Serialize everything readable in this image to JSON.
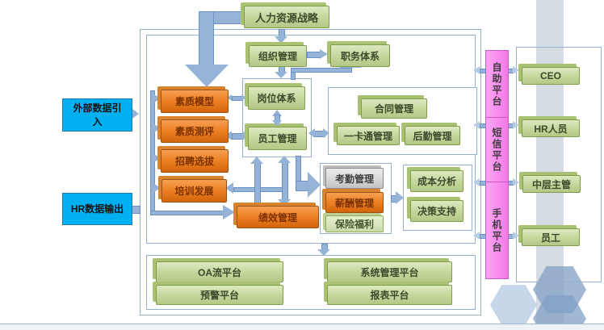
{
  "strategy": {
    "label": "人力资源战略"
  },
  "io": {
    "input": "外部数据引入",
    "output": "HR数据输出"
  },
  "org_layer": {
    "org": "组织管理",
    "duty": "职务体系"
  },
  "core": {
    "post": "岗位体系",
    "emp": "员工管理"
  },
  "talent": {
    "model": "素质模型",
    "assess": "素质测评",
    "recruit": "招聘选拔",
    "train": "培训发展",
    "perf": "绩效管理"
  },
  "admin": {
    "contract": "合同管理",
    "card": "一卡通管理",
    "logistic": "后勤管理"
  },
  "ops": {
    "attend": "考勤管理",
    "salary": "薪酬管理",
    "insure": "保险福利"
  },
  "decision": {
    "cost": "成本分析",
    "support": "决策支持"
  },
  "platforms": {
    "oa": "OA流平台",
    "alert": "预警平台",
    "sys": "系统管理平台",
    "report": "报表平台"
  },
  "channels": {
    "self": "自助平台",
    "sms": "短信平台",
    "mobile": "手机平台"
  },
  "roles": {
    "ceo": "CEO",
    "hr": "HR人员",
    "middle": "中层主管",
    "staff": "员工"
  },
  "colors": {
    "green_box": "#c3d69b",
    "light_green_box": "#d7e4bc",
    "orange_box": "#ec7f22",
    "cyan_box": "#00b0f0",
    "pink_bar": "#f98df0",
    "gray_box": "#d9d9d9",
    "arrow_blue": "#95b3d7",
    "frame_border": "#93b1cf"
  }
}
